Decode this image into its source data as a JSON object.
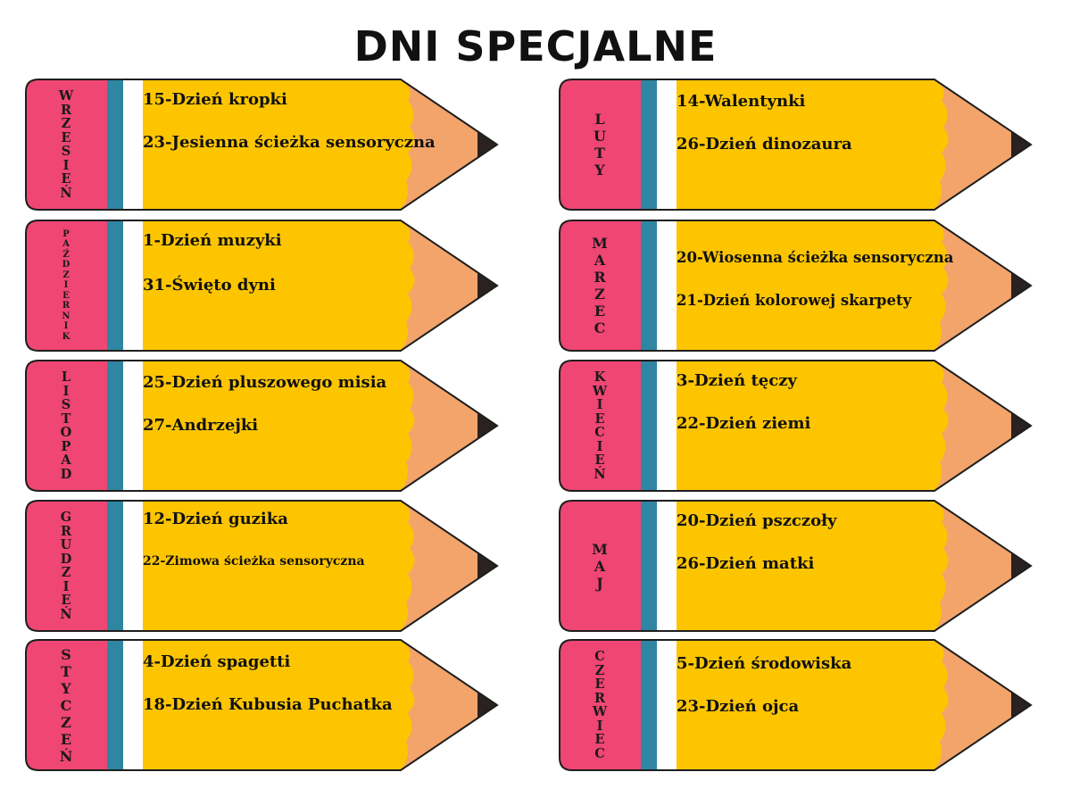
{
  "title": "DNI SPECJALNE",
  "colors": {
    "eraser": "#ef4673",
    "band_teal": "#2e86a3",
    "body_yellow": "#fdc500",
    "wood": "#f2a46a",
    "lead": "#2a2221",
    "outline": "#1e1e1e"
  },
  "pencils": [
    {
      "month": "WRZESIEŃ",
      "events": [
        "15-Dzień kropki",
        "23-Jesienna ścieżka sensoryczna"
      ]
    },
    {
      "month": "PAŹDZIERNIK",
      "events": [
        "1-Dzień muzyki",
        "31-Święto dyni"
      ]
    },
    {
      "month": "LISTOPAD",
      "events": [
        "25-Dzień pluszowego misia",
        "27-Andrzejki"
      ]
    },
    {
      "month": "GRUDZIEŃ",
      "events": [
        "12-Dzień guzika",
        "22-Zimowa ścieżka sensoryczna"
      ]
    },
    {
      "month": "STYCZEŃ",
      "events": [
        "4-Dzień spagetti",
        "18-Dzień Kubusia Puchatka"
      ]
    },
    {
      "month": "LUTY",
      "events": [
        "14-Walentynki",
        "26-Dzień dinozaura"
      ]
    },
    {
      "month": "MARZEC",
      "events": [
        "20-Wiosenna ścieżka sensoryczna",
        "21-Dzień kolorowej skarpety"
      ]
    },
    {
      "month": "KWIECIEŃ",
      "events": [
        "3-Dzień tęczy",
        "22-Dzień ziemi"
      ]
    },
    {
      "month": "MAJ",
      "events": [
        "20-Dzień pszczoły",
        "26-Dzień matki"
      ]
    },
    {
      "month": "CZERWIEC",
      "events": [
        "5-Dzień środowiska",
        "23-Dzień ojca"
      ]
    }
  ]
}
